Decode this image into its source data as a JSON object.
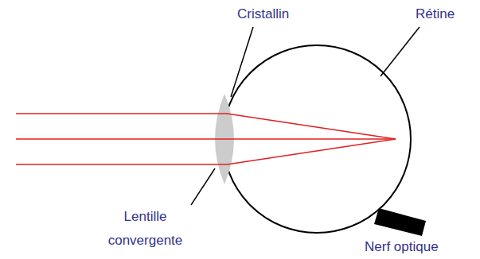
{
  "diagram": {
    "labels": [
      "Cristallin",
      "Rétine",
      "Lentille convergente",
      "Nerf optique"
    ]
  }
}
